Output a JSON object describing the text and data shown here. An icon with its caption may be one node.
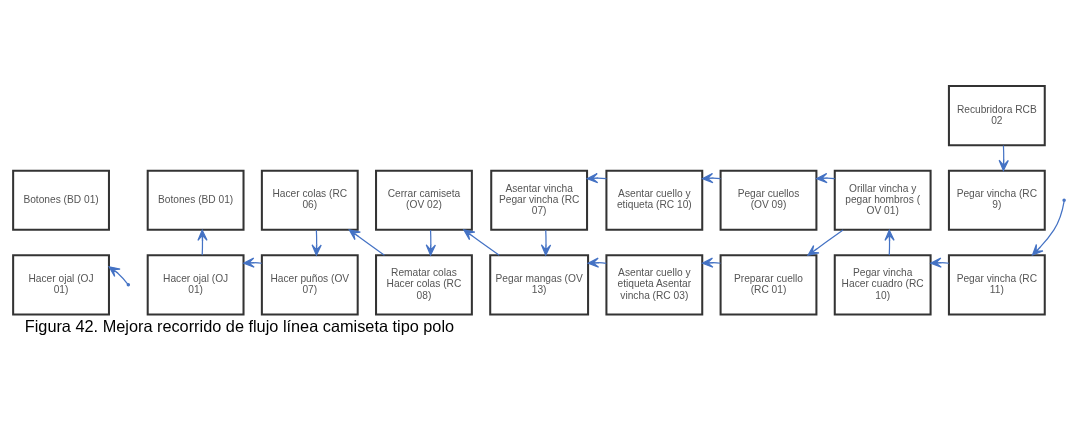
{
  "diagram": {
    "caption": "Figura 42. Mejora recorrido de flujo línea camiseta tipo polo",
    "nodes": [
      {
        "text": [
          "Recubridora RCB 02"
        ]
      },
      {
        "text": [
          "Botones (BD 01)"
        ]
      },
      {
        "text": [
          "Botones (BD 01)"
        ]
      },
      {
        "text": [
          "Hacer colas (RC 06)"
        ]
      },
      {
        "text": [
          "Cerrar camiseta (OV 02)"
        ]
      },
      {
        "text": [
          "Asentar vincha Pegar vincha (RC 07)"
        ]
      },
      {
        "text": [
          "Asentar cuello y etiqueta (RC 10)"
        ]
      },
      {
        "text": [
          "Pegar cuellos (OV 09)"
        ]
      },
      {
        "text": [
          "Orillar vincha y pegar hombros ( OV 01)"
        ]
      },
      {
        "text": [
          "Pegar vincha (RC 9)"
        ]
      },
      {
        "text": [
          "Hacer ojal (OJ 01)"
        ]
      },
      {
        "text": [
          "Hacer ojal (OJ 01)"
        ]
      },
      {
        "text": [
          "Hacer puños (OV 07)"
        ]
      },
      {
        "text": [
          "Rematar colas Hacer colas (RC 08)"
        ]
      },
      {
        "text": [
          "Pegar mangas (OV 13)"
        ]
      },
      {
        "text": [
          "Asentar cuello y etiqueta Asentar vincha (RC 03)"
        ]
      },
      {
        "text": [
          "Preparar cuello (RC 01)"
        ]
      },
      {
        "text": [
          "Pegar vincha Hacer cuadro (RC 10)"
        ]
      },
      {
        "text": [
          "Pegar vincha (RC 11)"
        ]
      }
    ],
    "edges": [
      {
        "from": 0,
        "to": 9,
        "arrow": "to"
      },
      {
        "from": null,
        "to": 18,
        "arrow": "to"
      },
      {
        "from": 18,
        "to": 17,
        "arrow": "to"
      },
      {
        "from": 17,
        "to": 8,
        "arrow": "to"
      },
      {
        "from": 8,
        "to": 7,
        "arrow": "to"
      },
      {
        "from": 7,
        "to": 6,
        "arrow": "to"
      },
      {
        "from": 6,
        "to": 5,
        "arrow": "to"
      },
      {
        "from": 5,
        "to": 14,
        "arrow": "to"
      },
      {
        "from": 8,
        "to": 16,
        "arrow": "to"
      },
      {
        "from": 16,
        "to": 15,
        "arrow": "to"
      },
      {
        "from": 15,
        "to": 14,
        "arrow": "to"
      },
      {
        "from": 14,
        "to": 4,
        "arrow": "to"
      },
      {
        "from": 4,
        "to": 13,
        "arrow": "to"
      },
      {
        "from": 13,
        "to": 3,
        "arrow": "to"
      },
      {
        "from": 3,
        "to": 12,
        "arrow": "to"
      },
      {
        "from": 12,
        "to": 11,
        "arrow": "to"
      },
      {
        "from": 11,
        "to": 2,
        "arrow": "to"
      },
      {
        "from": null,
        "to": 10,
        "arrow": "to"
      }
    ]
  }
}
